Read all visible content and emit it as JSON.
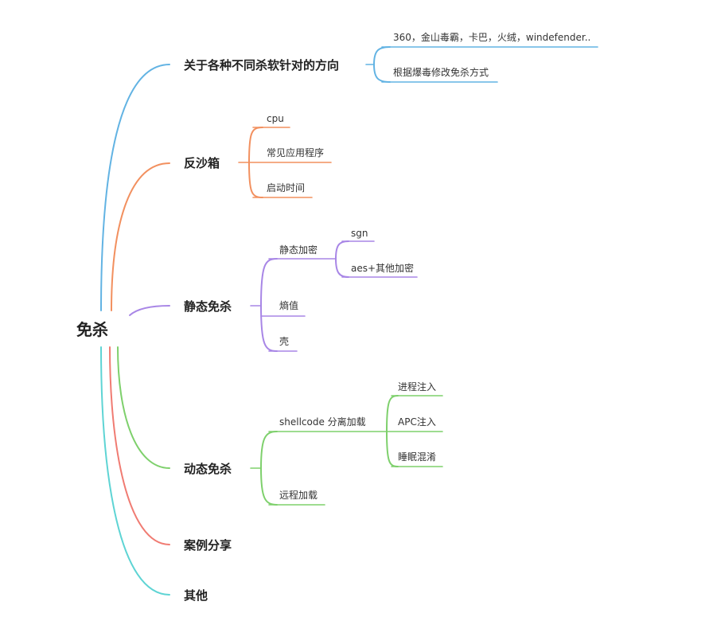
{
  "root": {
    "label": "免杀"
  },
  "branches": [
    {
      "label": "关于各种不同杀软针对的方向",
      "color": "#62B3E3",
      "children": [
        {
          "label": "360，金山毒霸，卡巴，火绒，windefender.."
        },
        {
          "label": "根据爆毒修改免杀方式"
        }
      ]
    },
    {
      "label": "反沙箱",
      "color": "#F2905F",
      "children": [
        {
          "label": "cpu"
        },
        {
          "label": "常见应用程序"
        },
        {
          "label": "启动时间"
        }
      ]
    },
    {
      "label": "静态免杀",
      "color": "#A886E6",
      "children": [
        {
          "label": "静态加密",
          "children": [
            {
              "label": "sgn"
            },
            {
              "label": "aes+其他加密"
            }
          ]
        },
        {
          "label": "熵值"
        },
        {
          "label": "壳"
        }
      ]
    },
    {
      "label": "动态免杀",
      "color": "#7ED06C",
      "children": [
        {
          "label": "shellcode 分离加载",
          "children": [
            {
              "label": "进程注入"
            },
            {
              "label": "APC注入"
            },
            {
              "label": "睡眠混淆"
            }
          ]
        },
        {
          "label": "远程加载"
        }
      ]
    },
    {
      "label": "案例分享",
      "color": "#F07B72",
      "children": []
    },
    {
      "label": "其他",
      "color": "#5ED4D4",
      "children": []
    }
  ]
}
